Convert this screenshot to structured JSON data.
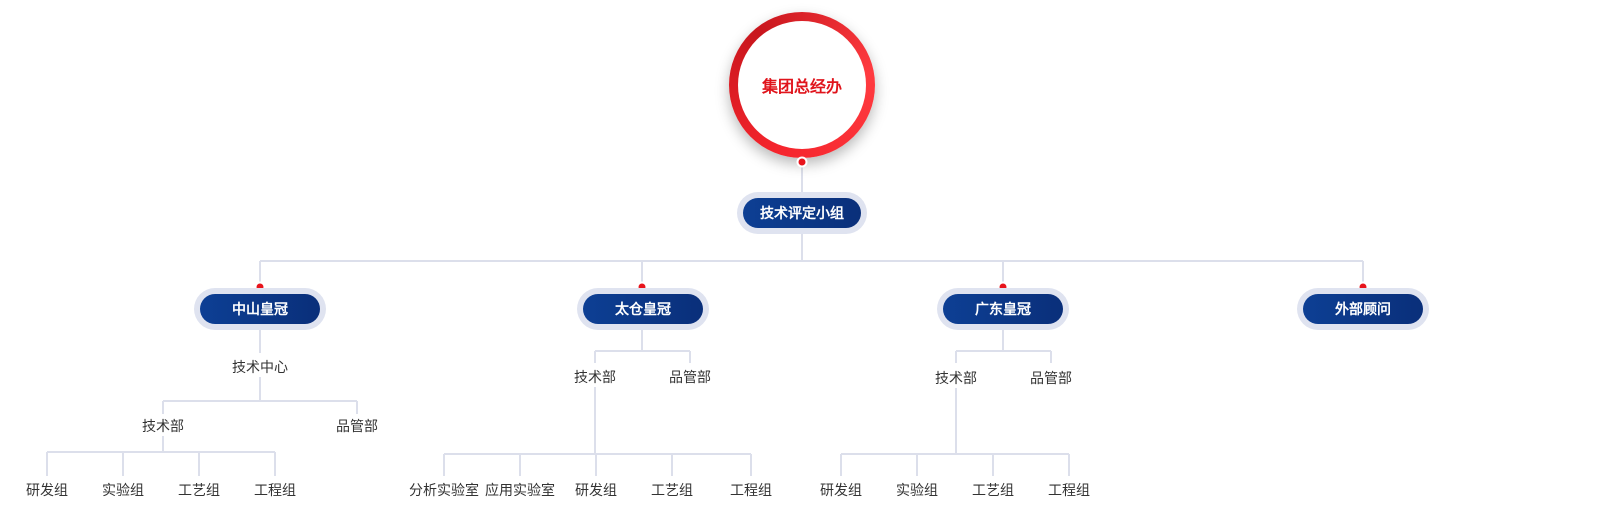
{
  "root": {
    "label": "集团总经办"
  },
  "committee": {
    "label": "技术评定小组"
  },
  "companies": [
    {
      "label": "中山皇冠"
    },
    {
      "label": "太仓皇冠"
    },
    {
      "label": "广东皇冠"
    },
    {
      "label": "外部顾问"
    }
  ],
  "zhongshan": {
    "center": "技术中心",
    "tech": "技术部",
    "qc": "品管部",
    "groups": [
      "研发组",
      "实验组",
      "工艺组",
      "工程组"
    ]
  },
  "taicang": {
    "tech": "技术部",
    "qc": "品管部",
    "groups": [
      "分析实验室",
      "应用实验室",
      "研发组",
      "工艺组",
      "工程组"
    ]
  },
  "guangdong": {
    "tech": "技术部",
    "qc": "品管部",
    "groups": [
      "研发组",
      "实验组",
      "工艺组",
      "工程组"
    ]
  },
  "colors": {
    "accent": "#e8141c",
    "pill": "#0d3f94",
    "line": "#dcdfeb"
  }
}
